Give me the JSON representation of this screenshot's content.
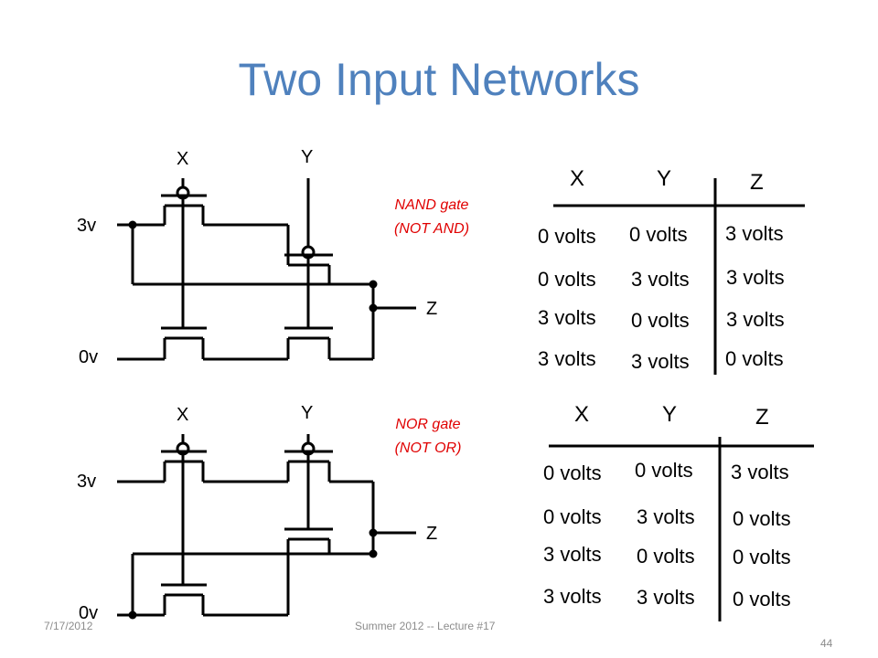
{
  "title": "Two Input Networks",
  "nand": {
    "x_label": "X",
    "y_label": "Y",
    "supply_label": "3v",
    "ground_label": "0v",
    "output_label": "Z",
    "note_line1": "NAND gate",
    "note_line2": "(NOT AND)",
    "table": {
      "headers": [
        "X",
        "Y",
        "Z"
      ],
      "rows": [
        [
          "0 volts",
          "0 volts",
          "3 volts"
        ],
        [
          "0 volts",
          "3 volts",
          "3 volts"
        ],
        [
          "3 volts",
          "0 volts",
          "3 volts"
        ],
        [
          "3 volts",
          "3 volts",
          "0 volts"
        ]
      ]
    }
  },
  "nor": {
    "x_label": "X",
    "y_label": "Y",
    "supply_label": "3v",
    "ground_label": "0v",
    "output_label": "Z",
    "note_line1": "NOR gate",
    "note_line2": "(NOT OR)",
    "table": {
      "headers": [
        "X",
        "Y",
        "Z"
      ],
      "rows": [
        [
          "0 volts",
          "0 volts",
          "3 volts"
        ],
        [
          "0 volts",
          "3 volts",
          "0 volts"
        ],
        [
          "3 volts",
          "0 volts",
          "0 volts"
        ],
        [
          "3 volts",
          "3 volts",
          "0 volts"
        ]
      ]
    }
  },
  "footer": {
    "date": "7/17/2012",
    "course": "Summer 2012 -- Lecture #17",
    "page": "44"
  }
}
